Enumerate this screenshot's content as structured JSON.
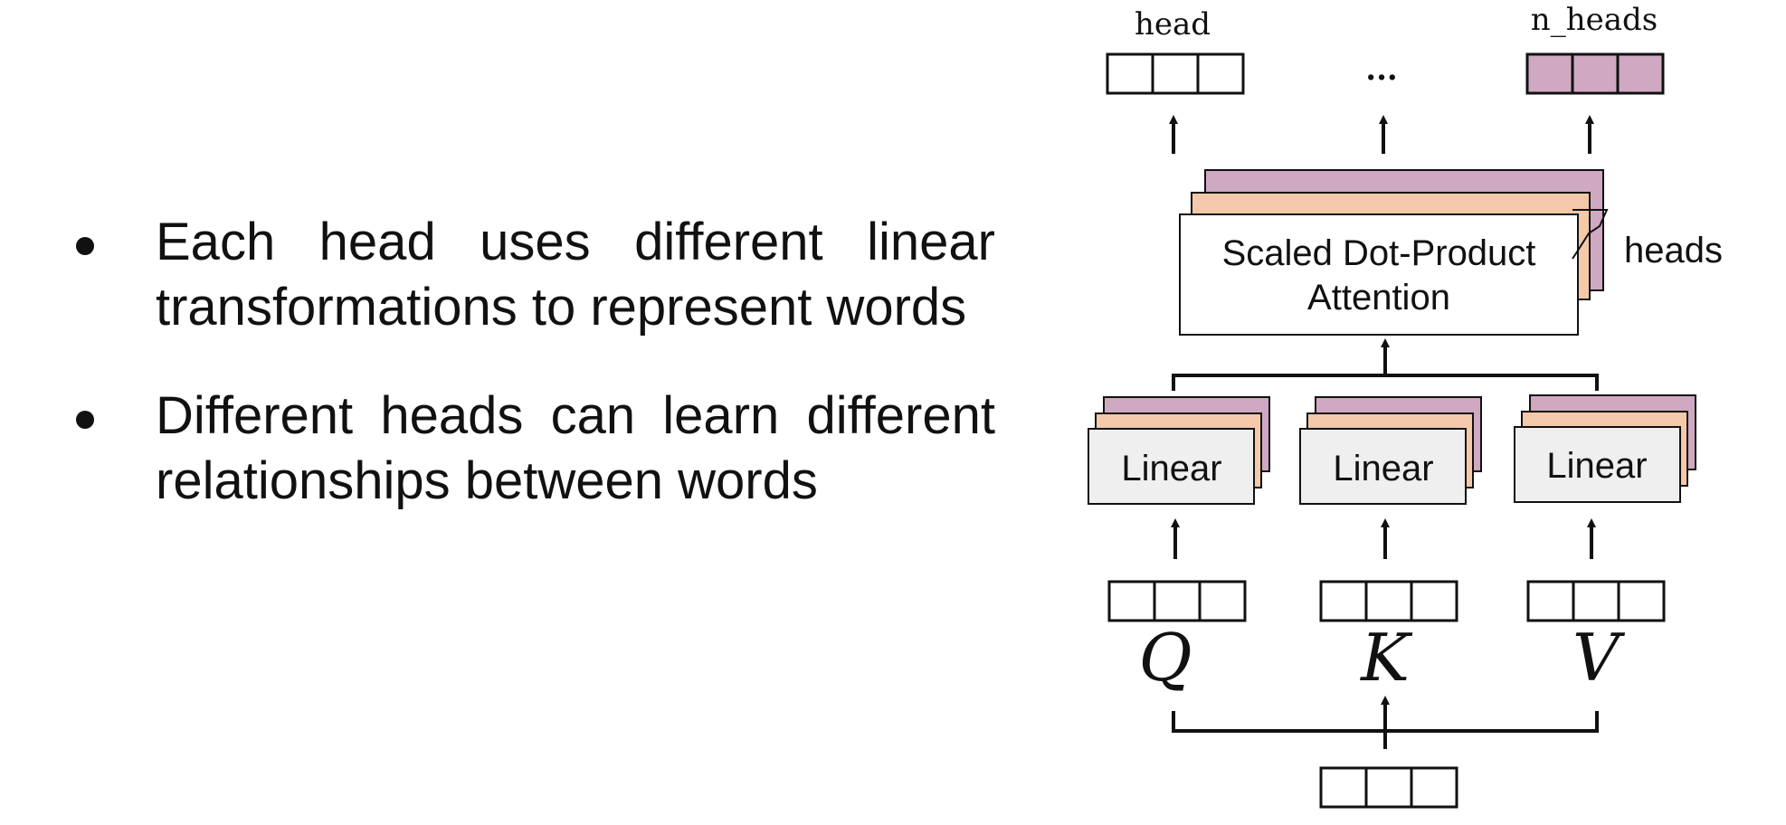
{
  "bullets": [
    {
      "text": "Each head uses different linear transformations to represent words"
    },
    {
      "text": "Different heads can learn different relationships between words"
    }
  ],
  "diagram": {
    "top_left_label": "head",
    "top_ellipsis": "...",
    "top_right_label": "n_heads",
    "attention_label_line1": "Scaled Dot-Product",
    "attention_label_line2": "Attention",
    "heads_label": "heads",
    "linear_q": "Linear",
    "linear_k": "Linear",
    "linear_v": "Linear",
    "q_label": "Q",
    "k_label": "K",
    "v_label": "V",
    "colors": {
      "purple": "#cfa8c1",
      "orange": "#f3c9a9",
      "box_gray": "#efefef",
      "q": "#c8c8c8",
      "k": "#b5d9ad",
      "v": "#a9c6e4"
    }
  }
}
